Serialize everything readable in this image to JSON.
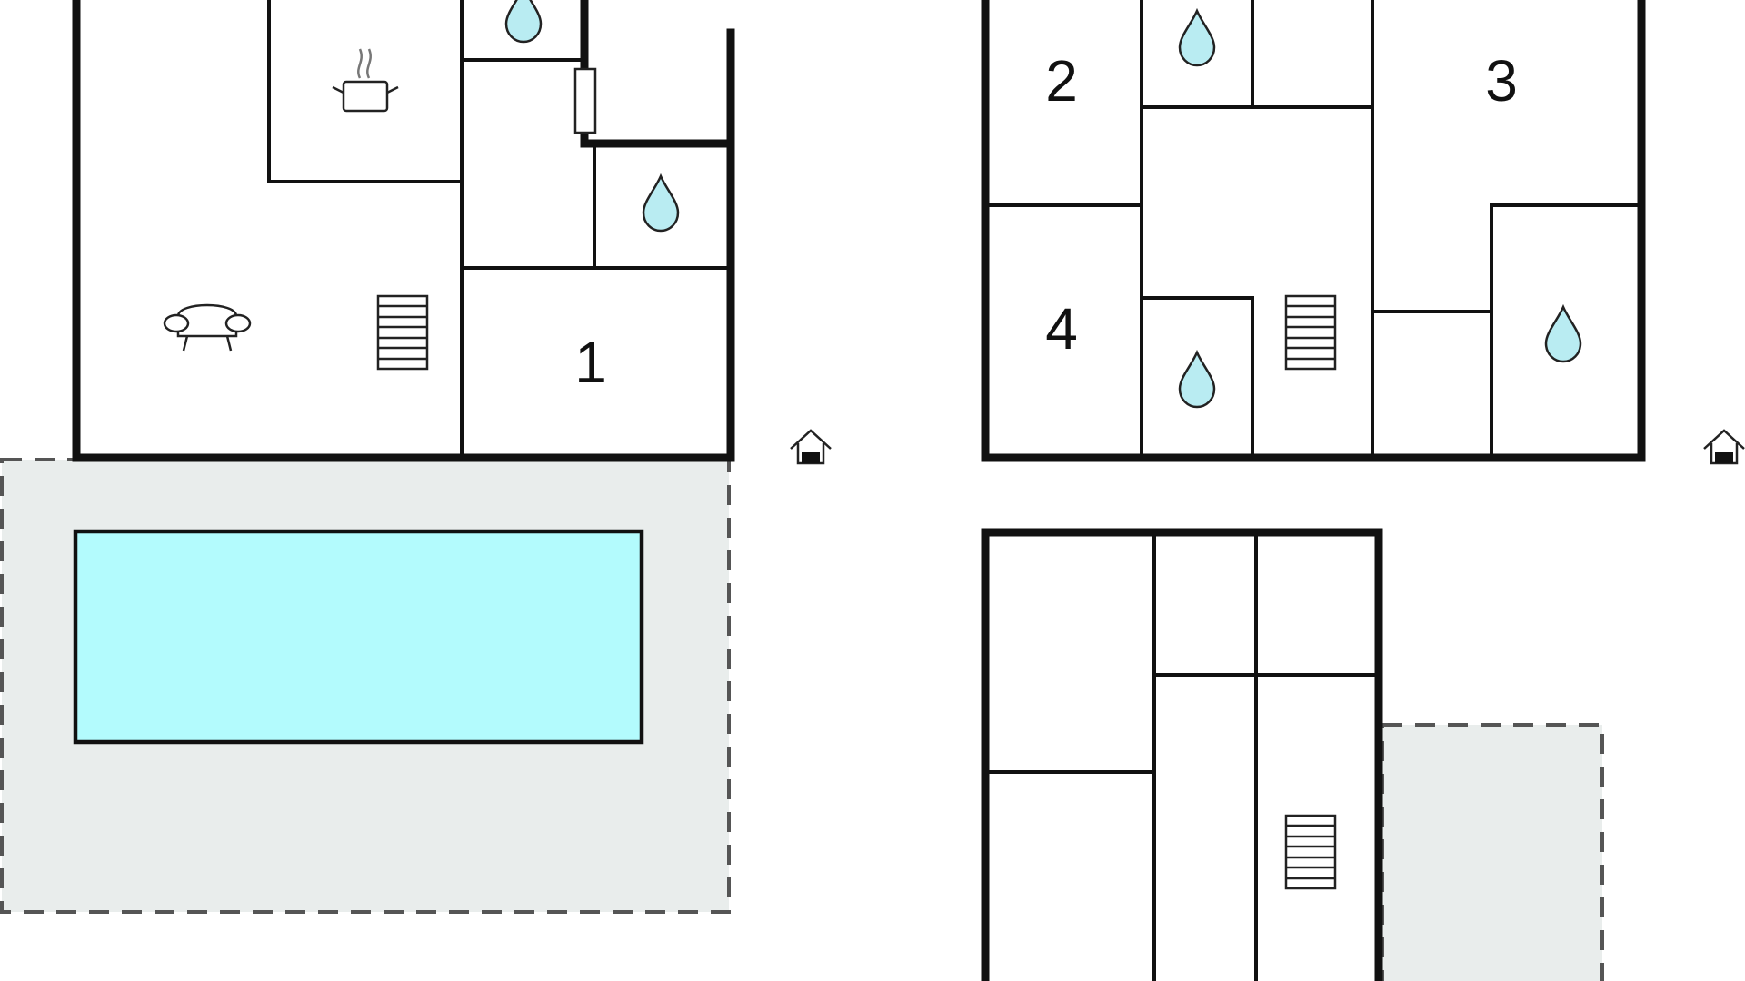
{
  "floors": [
    {
      "id": "ground",
      "rooms": [
        {
          "label": "1",
          "icon": "room-number"
        },
        {
          "label": "",
          "icon": "kitchen-pot-icon"
        },
        {
          "label": "",
          "icon": "sofa-icon"
        },
        {
          "label": "",
          "icon": "stairs-icon"
        },
        {
          "label": "",
          "icon": "water-drop-icon"
        },
        {
          "label": "",
          "icon": "water-drop-icon"
        }
      ],
      "outdoor": [
        "terrace",
        "pool"
      ],
      "entrance_icon": "house-entrance-icon"
    },
    {
      "id": "upper",
      "rooms": [
        {
          "label": "2",
          "icon": "room-number"
        },
        {
          "label": "3",
          "icon": "room-number"
        },
        {
          "label": "4",
          "icon": "room-number"
        },
        {
          "label": "",
          "icon": "water-drop-icon"
        },
        {
          "label": "",
          "icon": "water-drop-icon"
        },
        {
          "label": "",
          "icon": "water-drop-icon"
        },
        {
          "label": "",
          "icon": "stairs-icon"
        }
      ],
      "entrance_icon": "house-entrance-icon"
    },
    {
      "id": "basement",
      "rooms": [
        {
          "label": "",
          "icon": "stairs-icon"
        }
      ],
      "outdoor": [
        "terrace"
      ]
    }
  ],
  "colors": {
    "wall": "#111111",
    "pool": "#b3fbfd",
    "terrace": "#e9edec",
    "water_drop": "#b9ecf2"
  }
}
